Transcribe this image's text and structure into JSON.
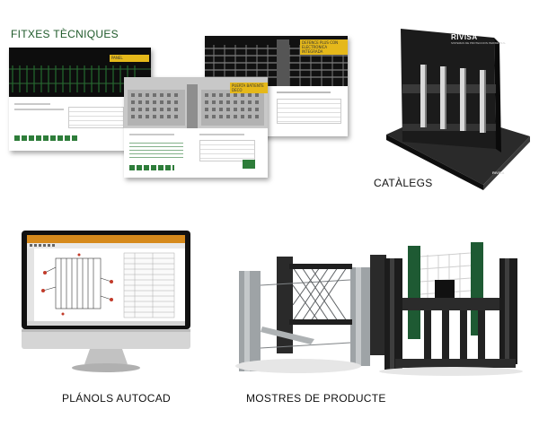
{
  "captions": {
    "fitxes": "FITXES TÈCNIQUES",
    "catalegs": "CATÀLEGS",
    "planols": "PLÁNOLS AUTOCAD",
    "mostres": "MOSTRES DE PRODUCTE"
  },
  "sheets": {
    "back_tag": "DEFENCE PLUS CON ELECTRONICA INTEGRADA",
    "mid_tag": "PANEL",
    "front_tag": "PUERTA BATIENTE DECO"
  },
  "catalog": {
    "brand": "RIVISA",
    "subtitle": "SISTEMAS DE PROTECCION PERIMETRAL",
    "box_label": "RIVISA"
  },
  "colors": {
    "caption_green": "#1f5a2a",
    "sheet_black": "#0d0d0d",
    "sheet_yellow": "#e5b81a",
    "catalog_dark": "#1b1b1b"
  }
}
